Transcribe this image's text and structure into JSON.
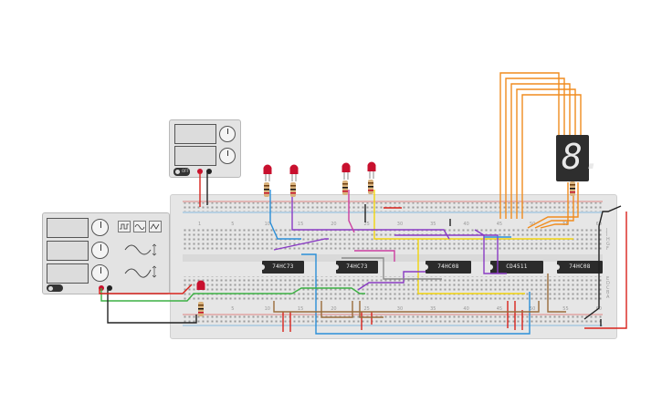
{
  "chips": [
    {
      "id": "u1",
      "label": "74HC73"
    },
    {
      "id": "u2",
      "label": "74HC73"
    },
    {
      "id": "u3",
      "label": "74HC08"
    },
    {
      "id": "u4",
      "label": "CD4511"
    },
    {
      "id": "u5",
      "label": "74HC08"
    }
  ],
  "column_numbers": [
    "1",
    "5",
    "10",
    "15",
    "20",
    "25",
    "30",
    "35",
    "40",
    "45",
    "50",
    "55",
    "60"
  ],
  "row_letters_top": [
    "J",
    "I",
    "H",
    "G",
    "F"
  ],
  "row_letters_bottom": [
    "E",
    "D",
    "C",
    "B",
    "A"
  ],
  "function_generator_buttons": [
    "square-wave-icon",
    "sine-wave-icon",
    "triangle-wave-icon"
  ],
  "seven_segment_digit": "8.",
  "power_button_text": "OFF",
  "colors": {
    "wire_orange": "#f08c1e",
    "wire_yellow": "#f2d40e",
    "wire_purple": "#8a3bc4",
    "wire_blue": "#2b8fd8",
    "wire_green": "#3cb043",
    "wire_brown": "#9a6b3a",
    "wire_red": "#d8231c",
    "wire_black": "#222222",
    "wire_magenta": "#cc3fa0",
    "wire_gray": "#8a8a8a",
    "led_red": "#c8102e"
  }
}
